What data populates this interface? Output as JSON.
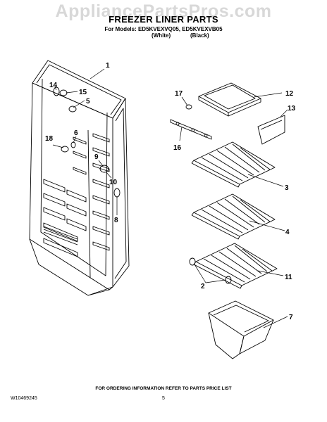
{
  "watermark": "AppliancePartsPros.com",
  "header": {
    "title": "FREEZER LINER PARTS",
    "models_line": "For Models: ED5KVEXVQ05, ED5KVEXVB05",
    "variant_white": "(White)",
    "variant_black": "(Black)"
  },
  "callouts": [
    "1",
    "14",
    "15",
    "5",
    "18",
    "6",
    "9",
    "10",
    "8",
    "17",
    "12",
    "13",
    "16",
    "3",
    "4",
    "11",
    "2",
    "7"
  ],
  "footer": {
    "ordering_note": "FOR ORDERING INFORMATION REFER TO PARTS PRICE LIST",
    "doc_number": "W10469245",
    "page_number": "5"
  },
  "colors": {
    "line": "#000000",
    "watermark": "#d8d8d8"
  }
}
